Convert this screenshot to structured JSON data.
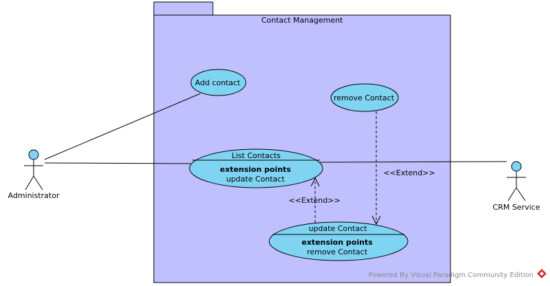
{
  "package": {
    "title": "Contact Management",
    "fill": "#c0c0ff"
  },
  "actors": {
    "administrator": {
      "label": "Administrator"
    },
    "crm_service": {
      "label": "CRM Service"
    }
  },
  "use_cases": {
    "add_contact": {
      "label": "Add contact"
    },
    "remove_contact": {
      "label": "remove Contact"
    },
    "list_contacts": {
      "label": "List Contacts",
      "ext_header": "extension points",
      "ext_point": "update Contact"
    },
    "update_contact": {
      "label": "update Contact",
      "ext_header": "extension points",
      "ext_point": "remove Contact"
    },
    "fill": "#7fd4f4"
  },
  "relations": {
    "extend_remove_to_update": "<<Extend>>",
    "extend_update_to_list": "<<Extend>>"
  },
  "watermark": "Powered By Visual Paradigm Community Edition",
  "icons": {
    "watermark_logo": "visual-paradigm-logo-icon"
  }
}
